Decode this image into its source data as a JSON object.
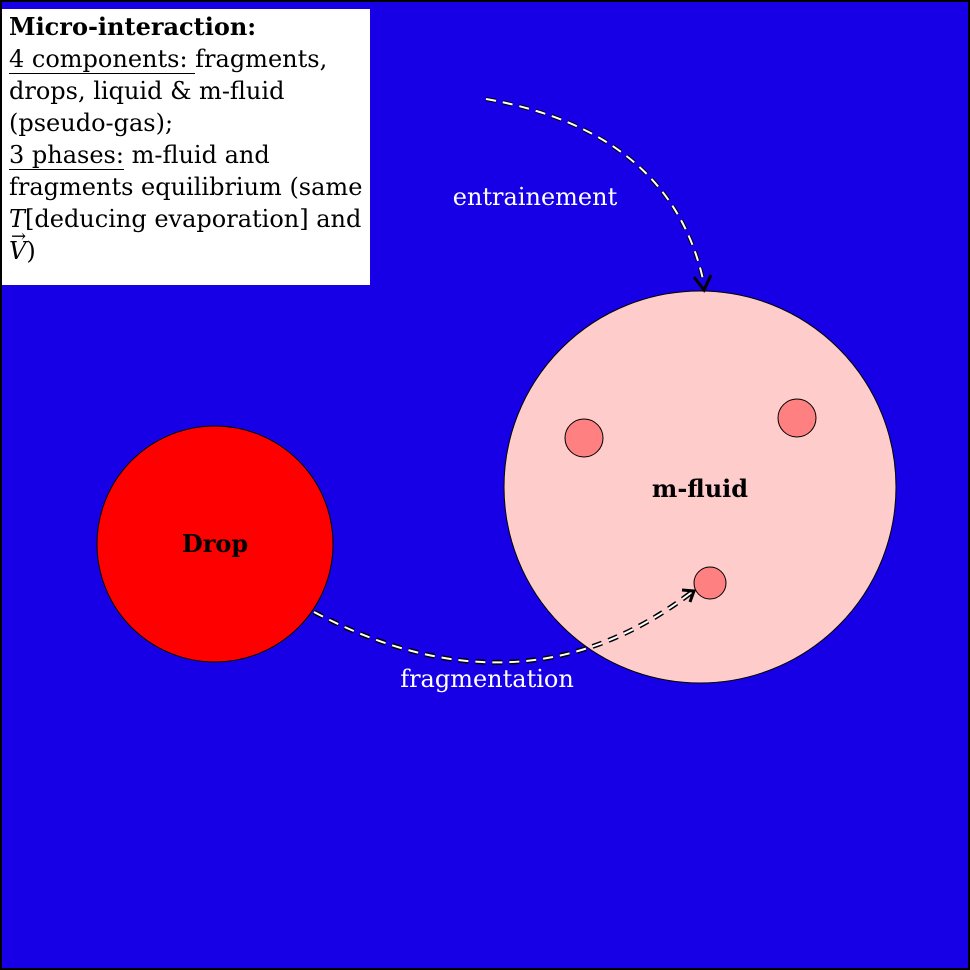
{
  "colors": {
    "background": "#1800e6",
    "drop": "#ff0000",
    "mfluid": "#ffcccc",
    "fragment": "#ff8080",
    "label_light": "#ffffff",
    "label_dark": "#000000"
  },
  "info": {
    "title": "Micro-interaction:",
    "components_prefix": "4 components: ",
    "components_rest": "fragments, drops, liquid & m-fluid (pseudo-gas);",
    "phases_prefix": "3 phases:",
    "phases_rest": " m-fluid and fragments equilibrium (same ",
    "temp_symbol": "T",
    "bracket_text": "[deducing evaporation] and",
    "vec_symbol": "V",
    "close": ")"
  },
  "nodes": {
    "drop_label": "Drop",
    "mfluid_label": "m-fluid"
  },
  "edges": {
    "entrainment_label": "entrainement",
    "fragmentation_label": "fragmentation"
  }
}
